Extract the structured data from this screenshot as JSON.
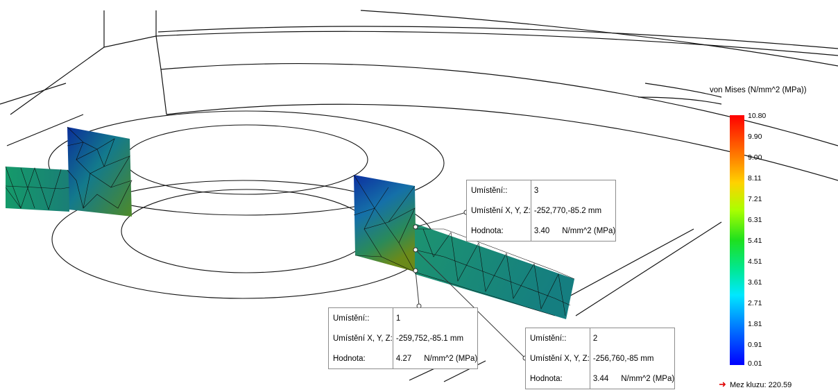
{
  "legend": {
    "title": "von Mises (N/mm^2 (MPa))",
    "ticks": [
      "10.80",
      "9.90",
      "9.00",
      "8.11",
      "7.21",
      "6.31",
      "5.41",
      "4.51",
      "3.61",
      "2.71",
      "1.81",
      "0.91",
      "0.01"
    ],
    "yield_label": "Mez kluzu: 220.59",
    "colors": {
      "max": "#ff0000",
      "mid": "#1ee01e",
      "min": "#0000ff",
      "yield_arrow": "#e00000"
    }
  },
  "probes": [
    {
      "id_label": "Umístění::",
      "id": "3",
      "xyz_label": "Umístění X, Y, Z:",
      "xyz": "-252,770,-85.2 mm",
      "value_label": "Hodnota:",
      "value": "3.40",
      "unit": "N/mm^2 (MPa)"
    },
    {
      "id_label": "Umístění::",
      "id": "1",
      "xyz_label": "Umístění X, Y, Z:",
      "xyz": "-259,752,-85.1 mm",
      "value_label": "Hodnota:",
      "value": "4.27",
      "unit": "N/mm^2 (MPa)"
    },
    {
      "id_label": "Umístění::",
      "id": "2",
      "xyz_label": "Umístění X, Y, Z:",
      "xyz": "-256,760,-85 mm",
      "value_label": "Hodnota:",
      "value": "3.44",
      "unit": "N/mm^2 (MPa)"
    }
  ]
}
